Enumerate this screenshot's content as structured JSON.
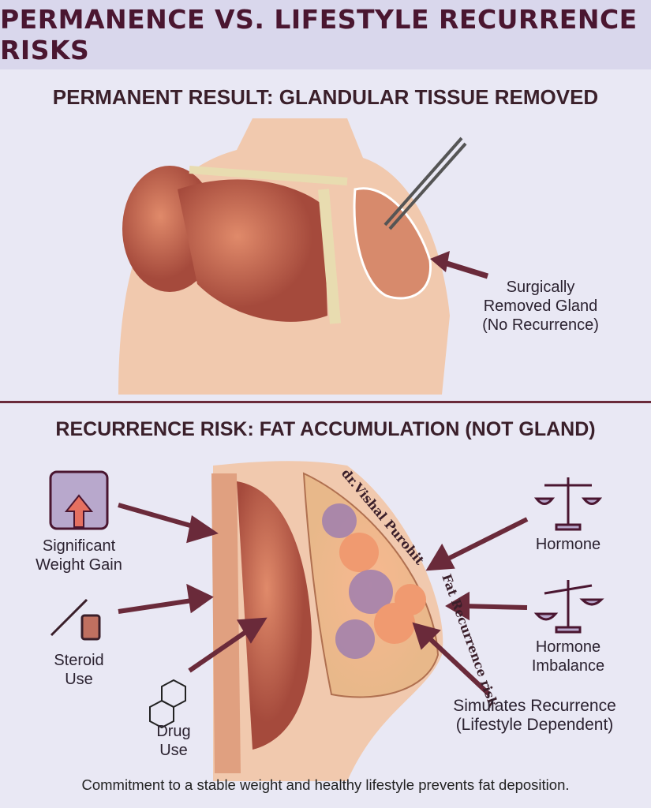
{
  "title": "PERMANENCE VS. LIFESTYLE RECURRENCE RISKS",
  "top": {
    "heading": "PERMANENT RESULT: GLANDULAR TISSUE REMOVED",
    "label_line1": "Surgically",
    "label_line2": "Removed Gland",
    "label_line3": "(No Recurrence)"
  },
  "bottom": {
    "heading": "RECURRENCE RISK: FAT ACCUMULATION (NOT GLAND)",
    "weight": {
      "line1": "Significant",
      "line2": "Weight Gain",
      "icon": "weighing-scale-up-arrow-icon"
    },
    "steroid": {
      "line1": "Steroid",
      "line2": "Use",
      "icon": "syringe-vial-icon"
    },
    "drug": {
      "line1": "Drug",
      "line2": "Use",
      "icon": "molecule-icon"
    },
    "hormone": {
      "line1": "Hormone",
      "icon": "balance-scale-icon"
    },
    "imbalance": {
      "line1": "Hormone",
      "line2": "Imbalance",
      "icon": "unbalanced-scale-icon"
    },
    "simulates": {
      "line1": "Simulates Recurrence",
      "line2": "(Lifestyle Dependent)"
    },
    "curved_text": "Fat Recurrence risk",
    "watermark": "dr.Vishal Purohit"
  },
  "footer": "Commitment to a stable weight and healthy lifestyle prevents fat deposition.",
  "colors": {
    "accent": "#4a1630",
    "muscle": "#c8684e",
    "fat": "#f0a070",
    "gland": "#9a7ab0"
  }
}
